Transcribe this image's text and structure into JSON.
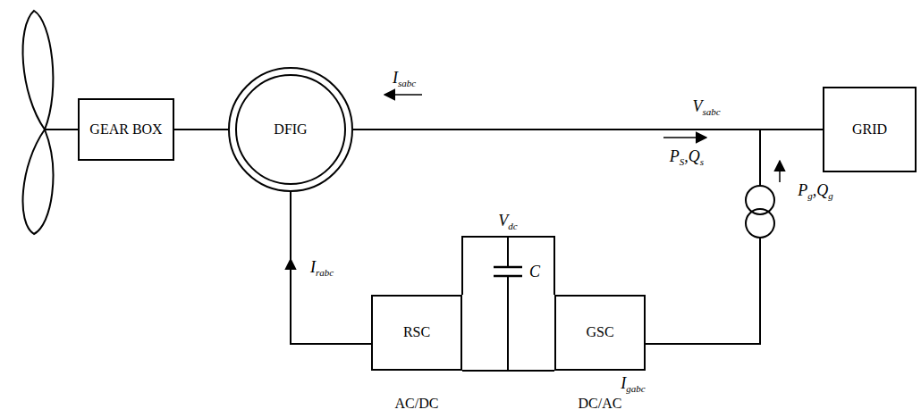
{
  "diagram": {
    "nodes": [
      {
        "text": [
          "GEAR BOX"
        ]
      },
      {
        "text": [
          "DFIG"
        ]
      },
      {
        "text": [
          "GRID"
        ]
      },
      {
        "text": [
          "RSC"
        ]
      },
      {
        "text": [
          "GSC"
        ]
      }
    ],
    "edges": [
      {
        "from": 0,
        "to": 1,
        "arrow": "none"
      },
      {
        "from": 1,
        "to": 2,
        "arrow": "none"
      },
      {
        "from": 3,
        "to": 1,
        "arrow": "none"
      },
      {
        "from": 3,
        "to": 4,
        "arrow": "none"
      },
      {
        "from": 4,
        "to": 2,
        "arrow": "none"
      }
    ],
    "labels": [
      "Isabc",
      "Vsabc",
      "PS,Qs",
      "Pg,Qg",
      "Irabc",
      "Vdc",
      "C",
      "Igabc",
      "AC/DC",
      "DC/AC"
    ]
  }
}
